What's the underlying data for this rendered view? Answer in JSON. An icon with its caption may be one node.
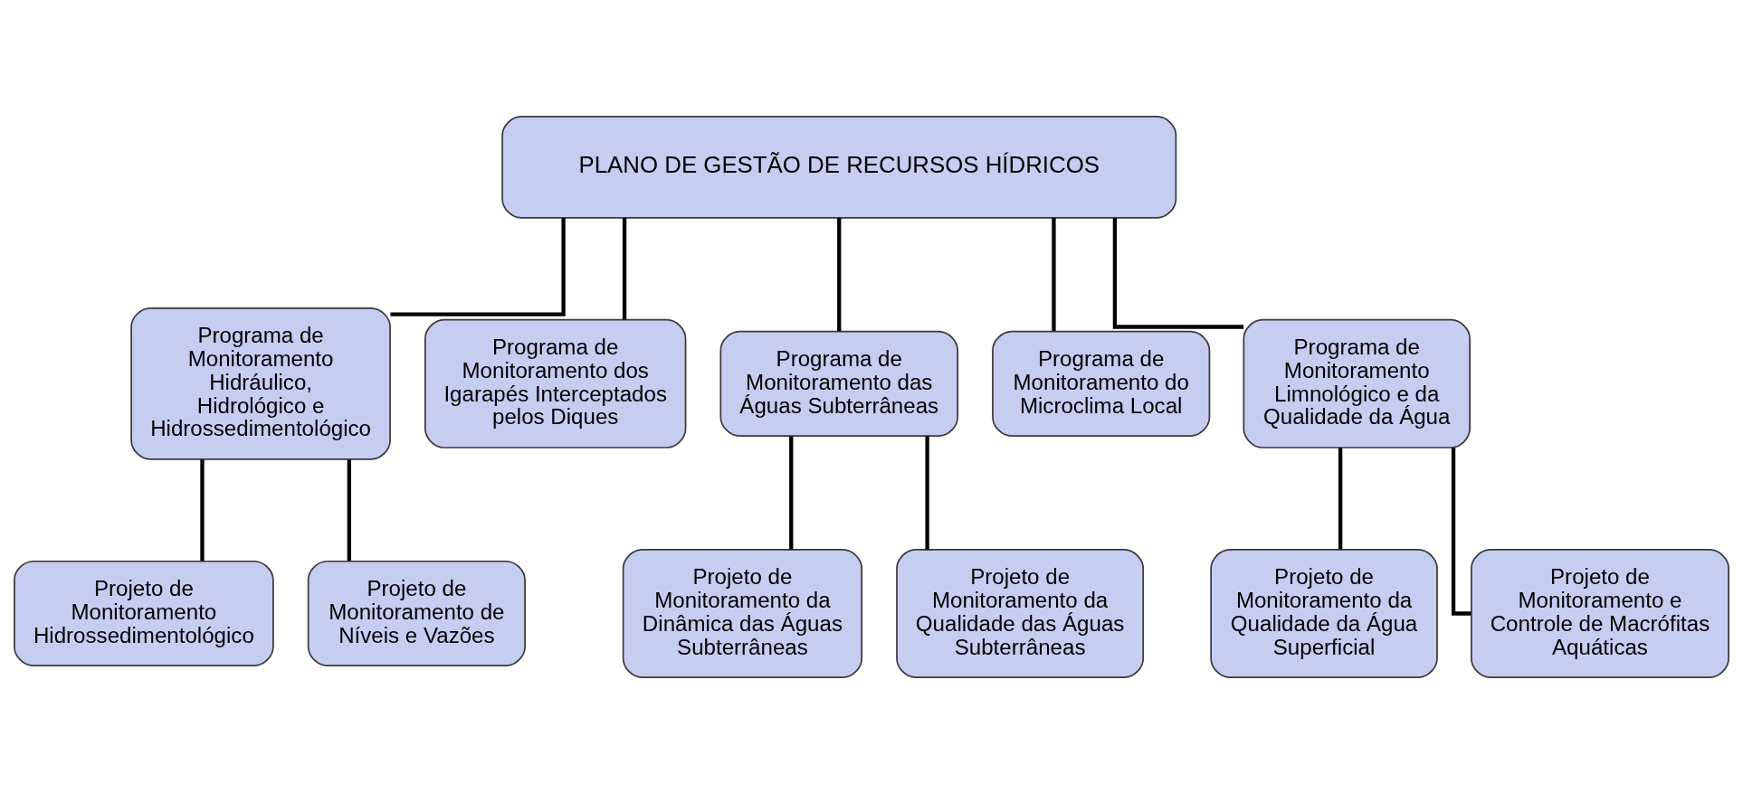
{
  "diagram": {
    "nodes": [
      {
        "text": [
          "PLANO DE GESTÃO DE RECURSOS HÍDRICOS"
        ]
      },
      {
        "text": [
          "Programa de Monitoramento Hidráulico, Hidrológico e Hidrossedimentológico"
        ]
      },
      {
        "text": [
          "Programa de Monitoramento dos Igarapés Interceptados pelos Diques"
        ]
      },
      {
        "text": [
          "Programa de Monitoramento das Águas Subterrâneas"
        ]
      },
      {
        "text": [
          "Programa de Monitoramento do Microclima Local"
        ]
      },
      {
        "text": [
          "Programa de Monitoramento Limnológico e da Qualidade da Água"
        ]
      },
      {
        "text": [
          "Projeto de Monitoramento Hidrossedimentológico"
        ]
      },
      {
        "text": [
          "Projeto de Monitoramento de Níveis e Vazões"
        ]
      },
      {
        "text": [
          "Projeto de Monitoramento da Dinâmica das Águas Subterrâneas"
        ]
      },
      {
        "text": [
          "Projeto de Monitoramento da Qualidade das Águas Subterrâneas"
        ]
      },
      {
        "text": [
          "Projeto de Monitoramento da Qualidade da Água Superficial"
        ]
      },
      {
        "text": [
          "Projeto de Monitoramento e Controle de Macrófitas Aquáticas"
        ]
      }
    ],
    "edges": [
      {
        "from": 0,
        "to": 1,
        "arrow": "none"
      },
      {
        "from": 0,
        "to": 2,
        "arrow": "none"
      },
      {
        "from": 0,
        "to": 3,
        "arrow": "none"
      },
      {
        "from": 0,
        "to": 4,
        "arrow": "none"
      },
      {
        "from": 0,
        "to": 5,
        "arrow": "none"
      },
      {
        "from": 1,
        "to": 6,
        "arrow": "none"
      },
      {
        "from": 1,
        "to": 7,
        "arrow": "none"
      },
      {
        "from": 3,
        "to": 8,
        "arrow": "none"
      },
      {
        "from": 3,
        "to": 9,
        "arrow": "none"
      },
      {
        "from": 5,
        "to": 10,
        "arrow": "none"
      },
      {
        "from": 5,
        "to": 11,
        "arrow": "none"
      }
    ]
  }
}
